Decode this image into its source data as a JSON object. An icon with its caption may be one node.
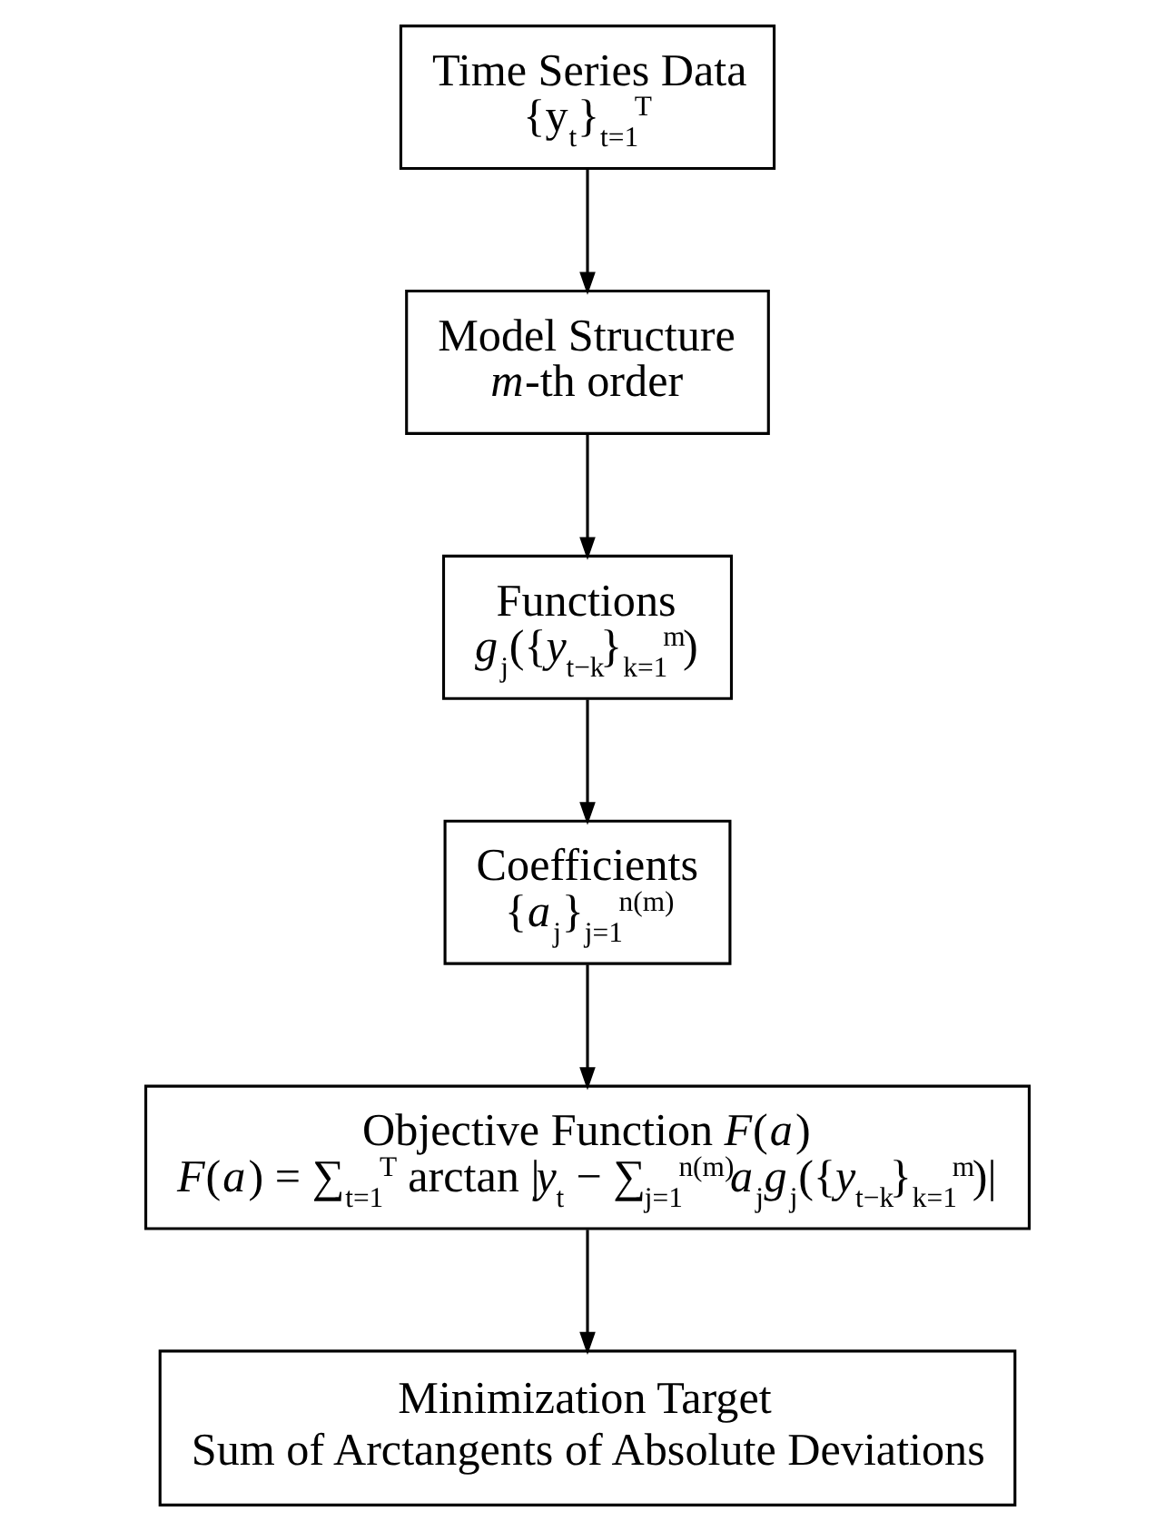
{
  "diagram": {
    "nodes": [
      {
        "text": [
          "Time Series Data",
          "{y$_{t}$}$_{t=1}$$^{T}$"
        ]
      },
      {
        "text": [
          "Model Structure",
          "*m*-th order"
        ]
      },
      {
        "text": [
          "Functions",
          "*g*$_{j}$({*y*$_{t−k}$}$_{k=1}$$^{m}$)"
        ]
      },
      {
        "text": [
          "Coefficients",
          "{*a*$_{j}$}$_{j=1}$$^{n(m)}$"
        ]
      },
      {
        "text": [
          "Objective Function *F*(*a*)",
          "*F*(*a*) = ∑$_{t=1}$$^{T}$ arctan |*y*$_{t}$ − ∑$_{j=1}$$^{n(m)}$*a*$_{j}$*g*$_{j}$({*y*$_{t−k}$}$_{k=1}$$^{m}$)|"
        ]
      },
      {
        "text": [
          "Minimization Target",
          "Sum of Arctangents of Absolute Deviations"
        ]
      }
    ],
    "edges": [
      {
        "from": 0,
        "to": 1,
        "arrow": "to"
      },
      {
        "from": 1,
        "to": 2,
        "arrow": "to"
      },
      {
        "from": 2,
        "to": 3,
        "arrow": "to"
      },
      {
        "from": 3,
        "to": 4,
        "arrow": "to"
      },
      {
        "from": 4,
        "to": 5,
        "arrow": "to"
      }
    ]
  }
}
